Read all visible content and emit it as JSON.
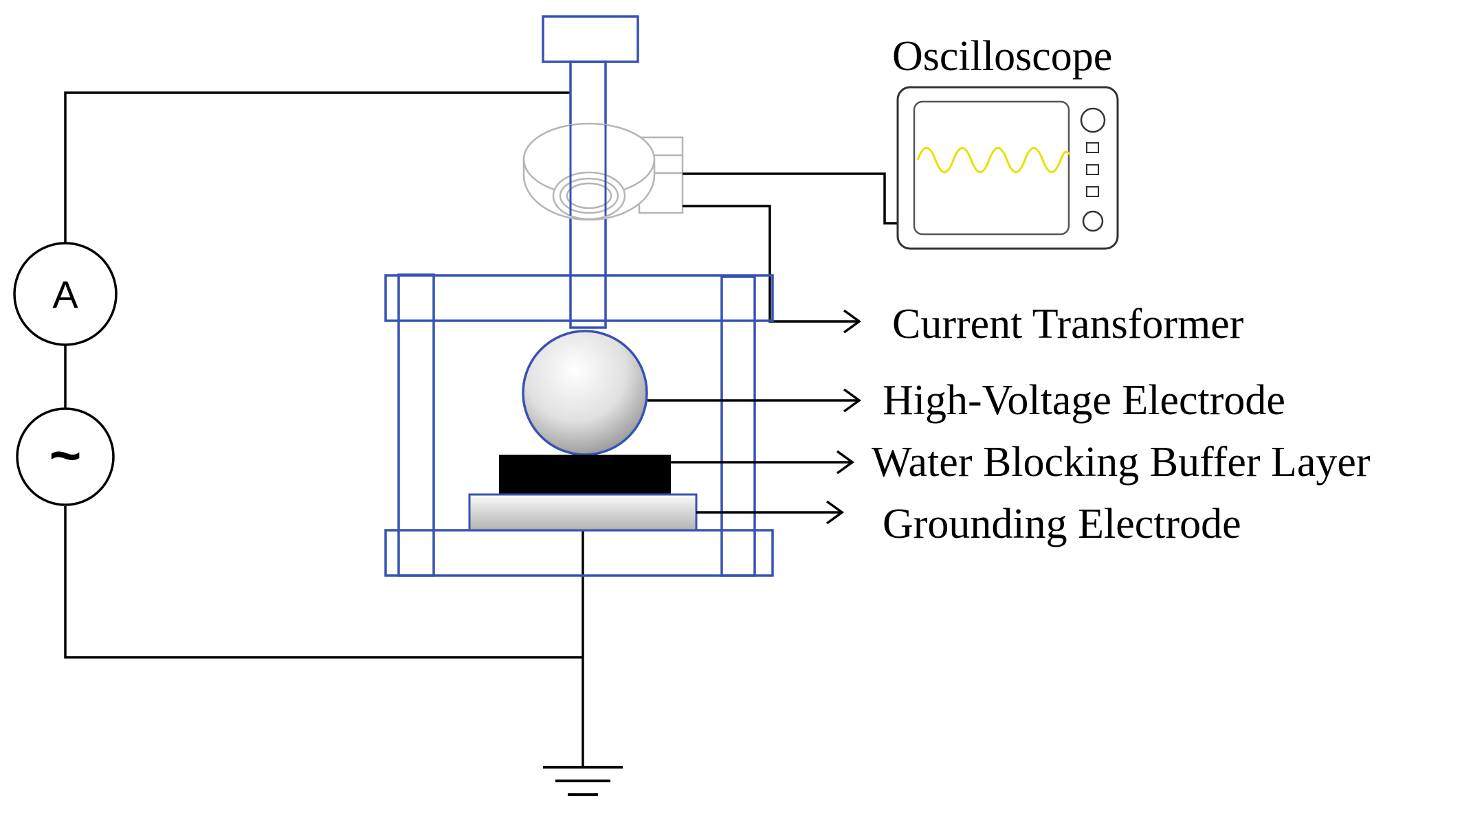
{
  "labels": {
    "oscilloscope": "Oscilloscope",
    "current_transformer": "Current Transformer",
    "hv_electrode": "High-Voltage Electrode",
    "buffer_layer": "Water Blocking Buffer Layer",
    "grounding_electrode": "Grounding Electrode"
  },
  "meters": {
    "ammeter_symbol": "A",
    "ac_source_symbol": "~"
  },
  "colors": {
    "frame": "#3653b3",
    "waveform": "#e8e000",
    "buffer_layer": "#000000",
    "ct_outline": "#b5b5b5"
  },
  "icons": {
    "ground": "ground-symbol-icon",
    "arrow": "arrow-right-icon"
  }
}
